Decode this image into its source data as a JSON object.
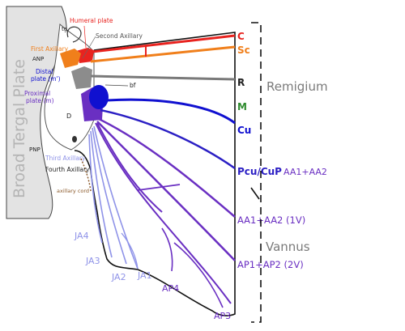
{
  "labels": {
    "broad_tergal_plate": "Broad Tergal Plate",
    "tg": "tg",
    "humeral_plate": "Humeral plate",
    "second_axillary": "Second Axillary",
    "first_axillary": "First Axillary",
    "anp": "ANP",
    "distal_plate": "Distal",
    "distal_plate_sub": "plate (m')",
    "proximal_plate": "Proximal",
    "proximal_plate_sub": "plate (m)",
    "bf": "bf",
    "d": "D",
    "pnp": "PNP",
    "third_axillary": "Third Axillary",
    "fourth_axillary": "Fourth Axillary",
    "axillary_cord": "axillary cord",
    "ja4": "JA4",
    "ja3": "JA3",
    "ja2": "JA2",
    "ja1": "JA1",
    "ap4": "AP4",
    "ap3": "AP3"
  },
  "veins": [
    {
      "label": "C",
      "color": "#e8231f"
    },
    {
      "label": "Sc",
      "color": "#f07f1b"
    },
    {
      "label": "R",
      "color": "#222222"
    },
    {
      "label": "M",
      "color": "#2e8b2e"
    },
    {
      "label": "Cu",
      "color": "#1010d0"
    },
    {
      "label": "Pcu/CuP",
      "color": "#2b1fc4"
    },
    {
      "label": "AA1+AA2",
      "color": "#6a2fc2"
    },
    {
      "label": "AA1+AA2 (1V)",
      "color": "#6a2fc2"
    },
    {
      "label": "AP1+AP2 (2V)",
      "color": "#6a2fc2"
    }
  ],
  "regions": {
    "remigium": "Remigium",
    "vannus": "Vannus"
  },
  "colors": {
    "costa": "#e8231f",
    "subcosta": "#f07f1b",
    "radius": "#7a7a7a",
    "cubitus": "#1010d0",
    "anal": "#6a2fc2",
    "jugal": "#8f93e8",
    "tergal_plate": "#e3e3e3",
    "region_label": "#7a7a7a"
  }
}
